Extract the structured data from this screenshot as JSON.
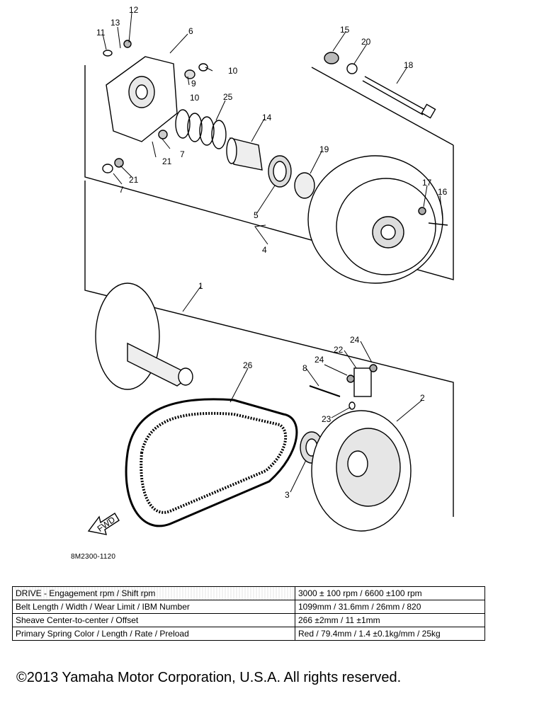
{
  "diagram": {
    "figure_code": "8M2300-1120",
    "callouts": [
      "1",
      "2",
      "3",
      "4",
      "5",
      "6",
      "7",
      "7",
      "8",
      "9",
      "10",
      "10",
      "11",
      "12",
      "13",
      "14",
      "15",
      "16",
      "17",
      "18",
      "19",
      "20",
      "21",
      "21",
      "22",
      "23",
      "24",
      "24",
      "25",
      "26"
    ],
    "fwd_label": "FWD"
  },
  "spec_table": {
    "rows": [
      {
        "label": "DRIVE - Engagement rpm / Shift rpm",
        "value": "3000 ± 100 rpm / 6600 ±100 rpm"
      },
      {
        "label": "Belt Length / Width / Wear Limit / IBM Number",
        "value": "1099mm / 31.6mm / 26mm / 820"
      },
      {
        "label": "Sheave Center-to-center / Offset",
        "value": "266 ±2mm / 11 ±1mm"
      },
      {
        "label": "Primary Spring Color / Length / Rate / Preload",
        "value": "Red / 79.4mm / 1.4 ±0.1kg/mm / 25kg"
      }
    ]
  },
  "copyright": "©2013 Yamaha Motor Corporation, U.S.A. All rights reserved."
}
